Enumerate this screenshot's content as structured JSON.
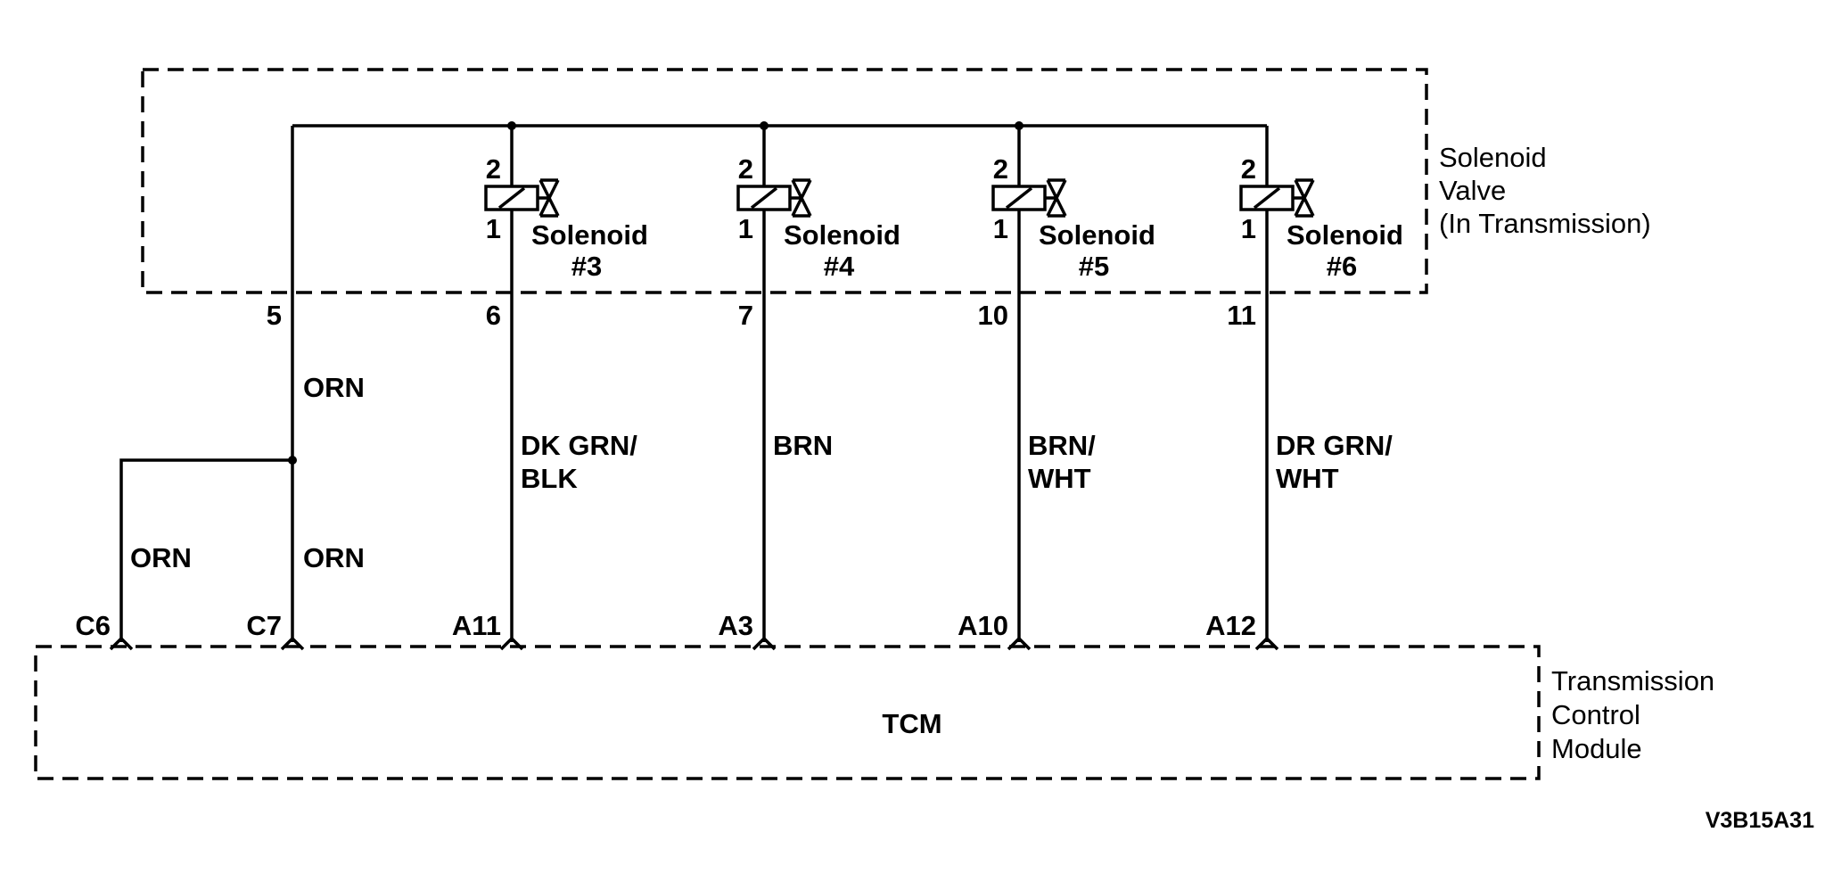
{
  "solenoid_valve": {
    "label_lines": [
      "Solenoid",
      "Valve",
      "(In Transmission)"
    ]
  },
  "solenoids": [
    {
      "name_line1": "Solenoid",
      "name_line2": "#3",
      "pin_top": "2",
      "pin_bottom": "1",
      "conn_pin": "6",
      "wire_color_line1": "DK GRN/",
      "wire_color_line2": "BLK",
      "tcm_terminal": "A11"
    },
    {
      "name_line1": "Solenoid",
      "name_line2": "#4",
      "pin_top": "2",
      "pin_bottom": "1",
      "conn_pin": "7",
      "wire_color_line1": "BRN",
      "wire_color_line2": "",
      "tcm_terminal": "A3"
    },
    {
      "name_line1": "Solenoid",
      "name_line2": "#5",
      "pin_top": "2",
      "pin_bottom": "1",
      "conn_pin": "10",
      "wire_color_line1": "BRN/",
      "wire_color_line2": "WHT",
      "tcm_terminal": "A10"
    },
    {
      "name_line1": "Solenoid",
      "name_line2": "#6",
      "pin_top": "2",
      "pin_bottom": "1",
      "conn_pin": "11",
      "wire_color_line1": "DR GRN/",
      "wire_color_line2": "WHT",
      "tcm_terminal": "A12"
    }
  ],
  "supply": {
    "conn_pin": "5",
    "wire_color_upper": "ORN",
    "branch_left": {
      "wire_color": "ORN",
      "tcm_terminal": "C6"
    },
    "branch_right": {
      "wire_color": "ORN",
      "tcm_terminal": "C7"
    }
  },
  "tcm": {
    "name": "TCM",
    "label_lines": [
      "Transmission",
      "Control",
      "Module"
    ]
  },
  "figure_code": "V3B15A31"
}
